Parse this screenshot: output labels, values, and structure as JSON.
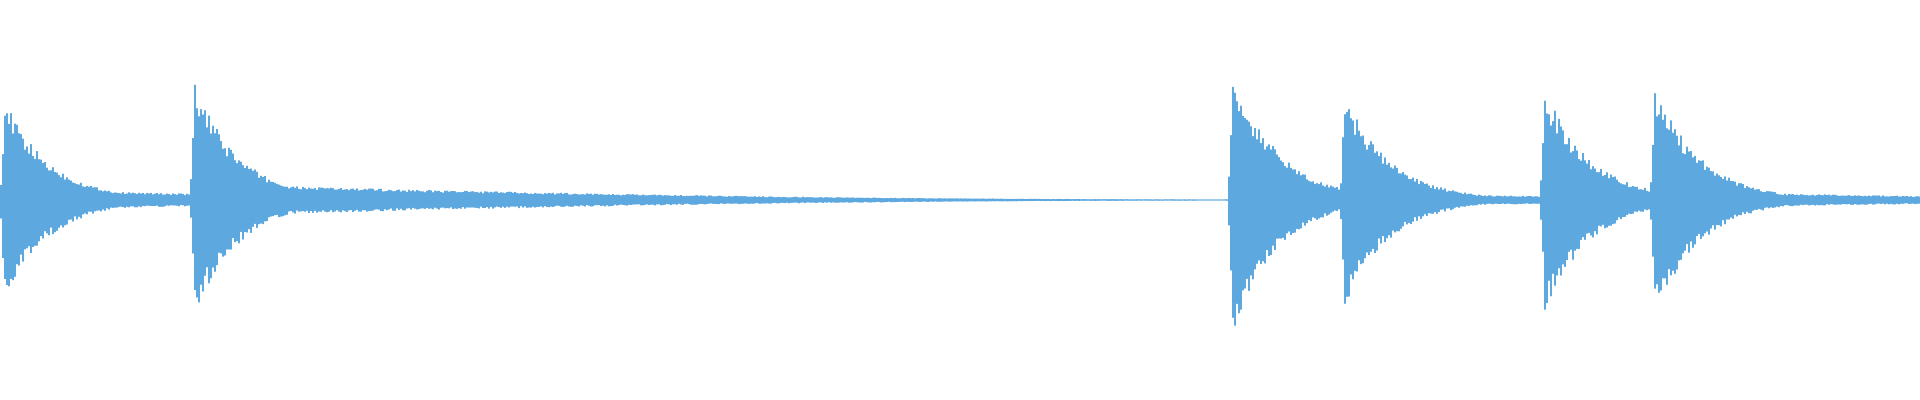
{
  "waveform": {
    "color": "#5ea8e0",
    "background": "#ffffff",
    "onsets": [
      {
        "peak": 0.5,
        "sustain": 0.06,
        "decay": 0.35
      },
      {
        "peak": 0.58,
        "sustain": 0.08,
        "decay": 0.5
      },
      {
        "peak": 0.66,
        "sustain": 0.05,
        "decay": 0.3
      },
      {
        "peak": 0.54,
        "sustain": 0.04,
        "decay": 0.3
      },
      {
        "peak": 0.56,
        "sustain": 0.03,
        "decay": 0.3
      },
      {
        "peak": 0.58,
        "sustain": 0.05,
        "decay": 0.3
      }
    ]
  }
}
